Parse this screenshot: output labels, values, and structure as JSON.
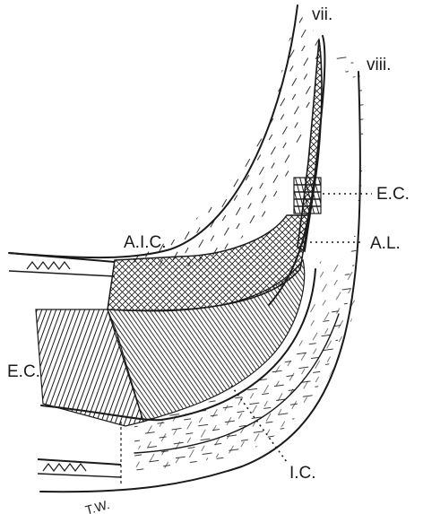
{
  "labels": {
    "rib_vii": "vii.",
    "rib_viii": "viii.",
    "ec_right": "E.C.",
    "al": "A.L.",
    "aic": "A.I.C.",
    "ec_left": "E.C.",
    "ic": "I.C.",
    "tw": "T.W."
  },
  "colors": {
    "ink": "#1a1a1a",
    "paper": "#ffffff"
  }
}
